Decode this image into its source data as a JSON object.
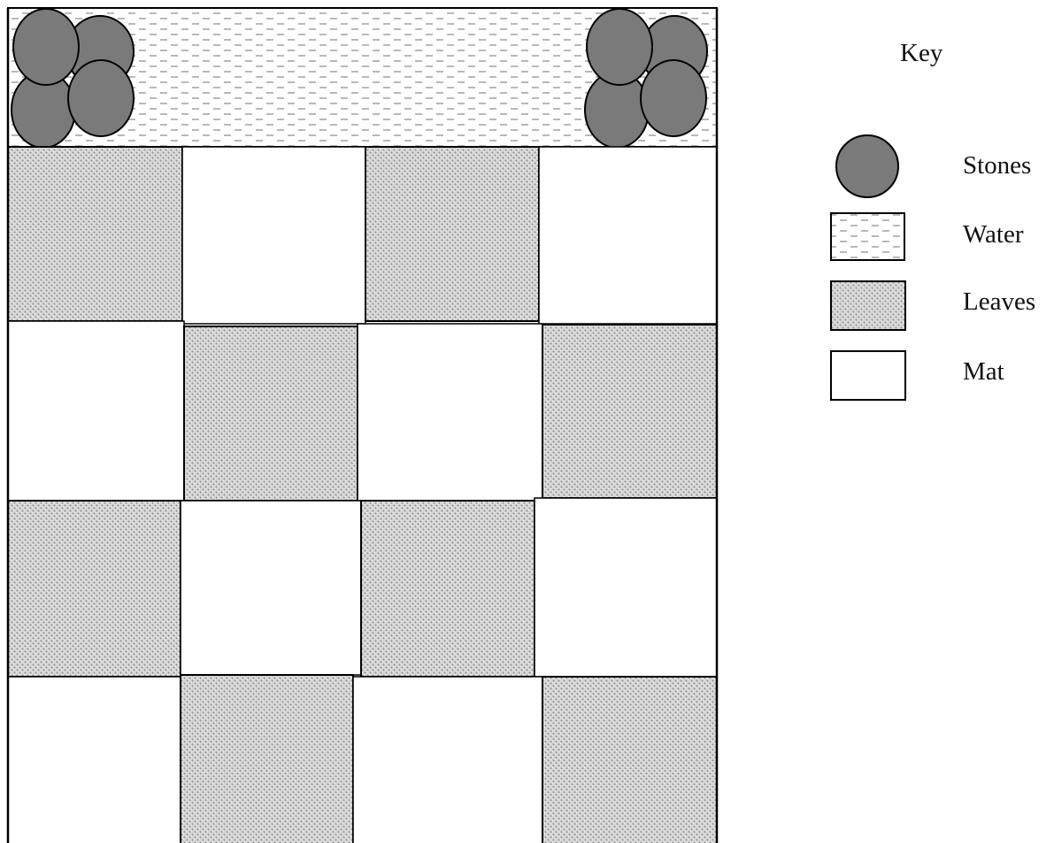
{
  "diagram": {
    "description_visible": false,
    "grid": {
      "columns": 4,
      "rows": 4,
      "cells": [
        [
          "leaves",
          "mat",
          "leaves",
          "mat"
        ],
        [
          "mat",
          "leaves",
          "mat",
          "leaves"
        ],
        [
          "leaves",
          "mat",
          "leaves",
          "mat"
        ],
        [
          "mat",
          "leaves",
          "mat",
          "leaves"
        ]
      ]
    },
    "top_strip": {
      "fill": "water",
      "stone_clusters": 2,
      "stones_per_cluster": 4
    }
  },
  "key": {
    "title": "Key",
    "items": [
      {
        "id": "stones",
        "label": "Stones",
        "swatch": "stone"
      },
      {
        "id": "water",
        "label": "Water",
        "swatch": "water"
      },
      {
        "id": "leaves",
        "label": "Leaves",
        "swatch": "leaves"
      },
      {
        "id": "mat",
        "label": "Mat",
        "swatch": "mat"
      }
    ]
  },
  "colors": {
    "stone_fill": "#7a7a7a",
    "outline": "#000000",
    "water_dash": "#8a8a8a",
    "leaves_base": "#d6d6d6",
    "leaves_dot": "#8c8c8c",
    "mat_fill": "#ffffff"
  }
}
